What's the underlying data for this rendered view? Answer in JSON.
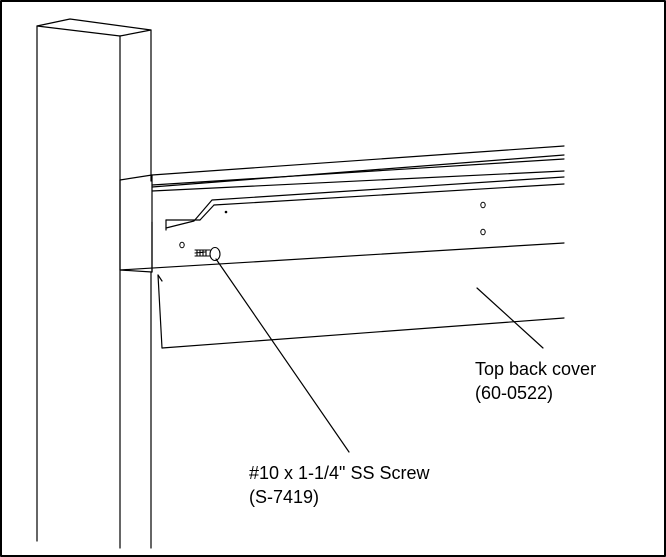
{
  "callouts": {
    "cover": {
      "name": "Top back cover",
      "part_number": "(60-0522)"
    },
    "screw": {
      "name": "#10 x 1-1/4\" SS Screw",
      "part_number": "(S-7419)"
    }
  },
  "colors": {
    "line": "#000000",
    "background": "#ffffff"
  }
}
